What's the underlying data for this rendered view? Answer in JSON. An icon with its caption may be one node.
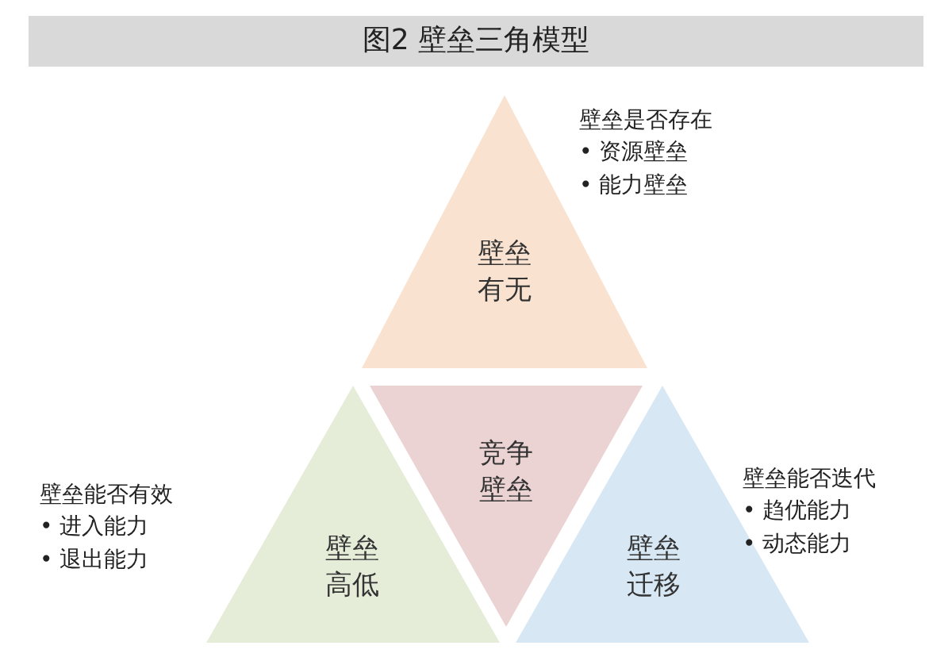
{
  "diagram": {
    "title": "图2 壁垒三角模型",
    "nodes": [
      {
        "text": [
          "壁垒有无"
        ],
        "beside": [
          "壁垒是否存在",
          "• 资源壁垒",
          "• 能力壁垒"
        ]
      },
      {
        "text": [
          "壁垒高低"
        ],
        "beside": [
          "壁垒能否有效",
          "• 进入能力",
          "• 退出能力"
        ]
      },
      {
        "text": [
          "竞争壁垒"
        ]
      },
      {
        "text": [
          "壁垒迁移"
        ],
        "beside": [
          "壁垒能否迭代",
          "• 趋优能力",
          "• 动态能力"
        ]
      }
    ]
  }
}
